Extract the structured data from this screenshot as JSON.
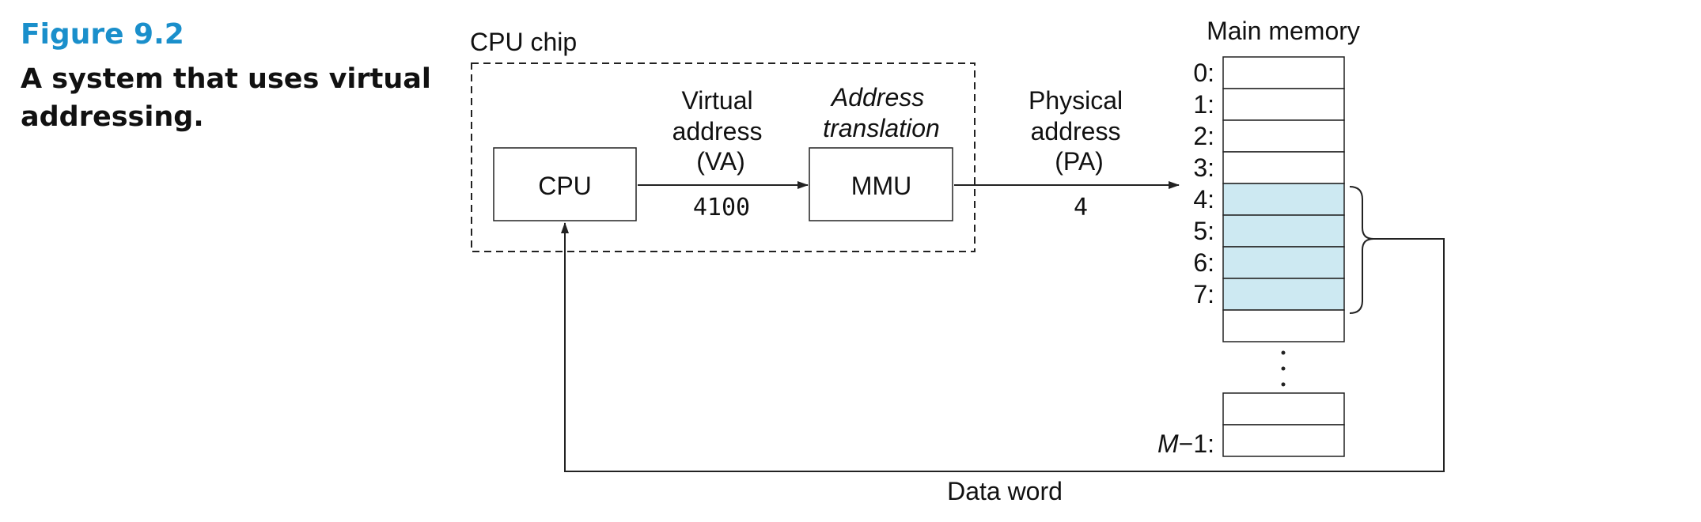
{
  "figure": {
    "label": "Figure 9.2",
    "title": "A system that uses virtual addressing."
  },
  "diagram": {
    "cpu_chip_label": "CPU chip",
    "cpu_label": "CPU",
    "mmu_label": "MMU",
    "virtual_address_lines": [
      "Virtual",
      "address",
      "(VA)"
    ],
    "virtual_address_value": "4100",
    "address_translation_lines": [
      "Address",
      "translation"
    ],
    "physical_address_lines": [
      "Physical",
      "address",
      "(PA)"
    ],
    "physical_address_value": "4",
    "main_memory_label": "Main memory",
    "memory_rows": [
      "0:",
      "1:",
      "2:",
      "3:",
      "4:",
      "5:",
      "6:",
      "7:",
      ""
    ],
    "last_row_label_italic": "M",
    "last_row_label_rest": "−1:",
    "data_word_label": "Data word",
    "colors": {
      "highlight_fill": "#cde9f2",
      "accent_blue": "#1a8fcb",
      "line": "#222222"
    }
  }
}
